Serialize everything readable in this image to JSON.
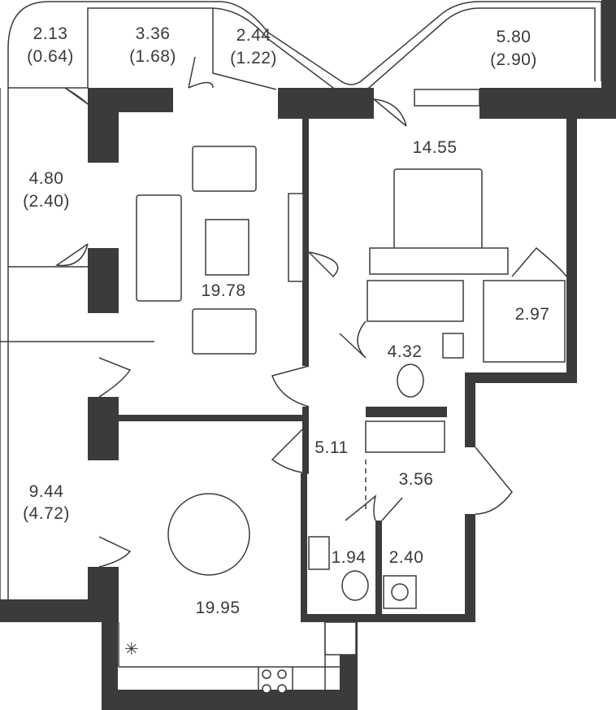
{
  "plan": {
    "rooms": [
      {
        "id": "balcony-top-left",
        "area": "2.13",
        "balcony": "(0.64)"
      },
      {
        "id": "balcony-top-middle",
        "area": "3.36",
        "balcony": "(1.68)"
      },
      {
        "id": "balcony-top-right",
        "area": "2.44",
        "balcony": "(1.22)"
      },
      {
        "id": "balcony-bedroom",
        "area": "5.80",
        "balcony": "(2.90)"
      },
      {
        "id": "bedroom",
        "area": "14.55"
      },
      {
        "id": "balcony-left-upper",
        "area": "4.80",
        "balcony": "(2.40)"
      },
      {
        "id": "living-room",
        "area": "19.78"
      },
      {
        "id": "wardrobe",
        "area": "2.97"
      },
      {
        "id": "bathroom",
        "area": "4.32"
      },
      {
        "id": "hallway",
        "area": "5.11"
      },
      {
        "id": "corridor",
        "area": "3.56"
      },
      {
        "id": "balcony-left-lower",
        "area": "9.44",
        "balcony": "(4.72)"
      },
      {
        "id": "toilet",
        "area": "1.94"
      },
      {
        "id": "laundry",
        "area": "2.40"
      },
      {
        "id": "kitchen-dining",
        "area": "19.95"
      }
    ]
  }
}
